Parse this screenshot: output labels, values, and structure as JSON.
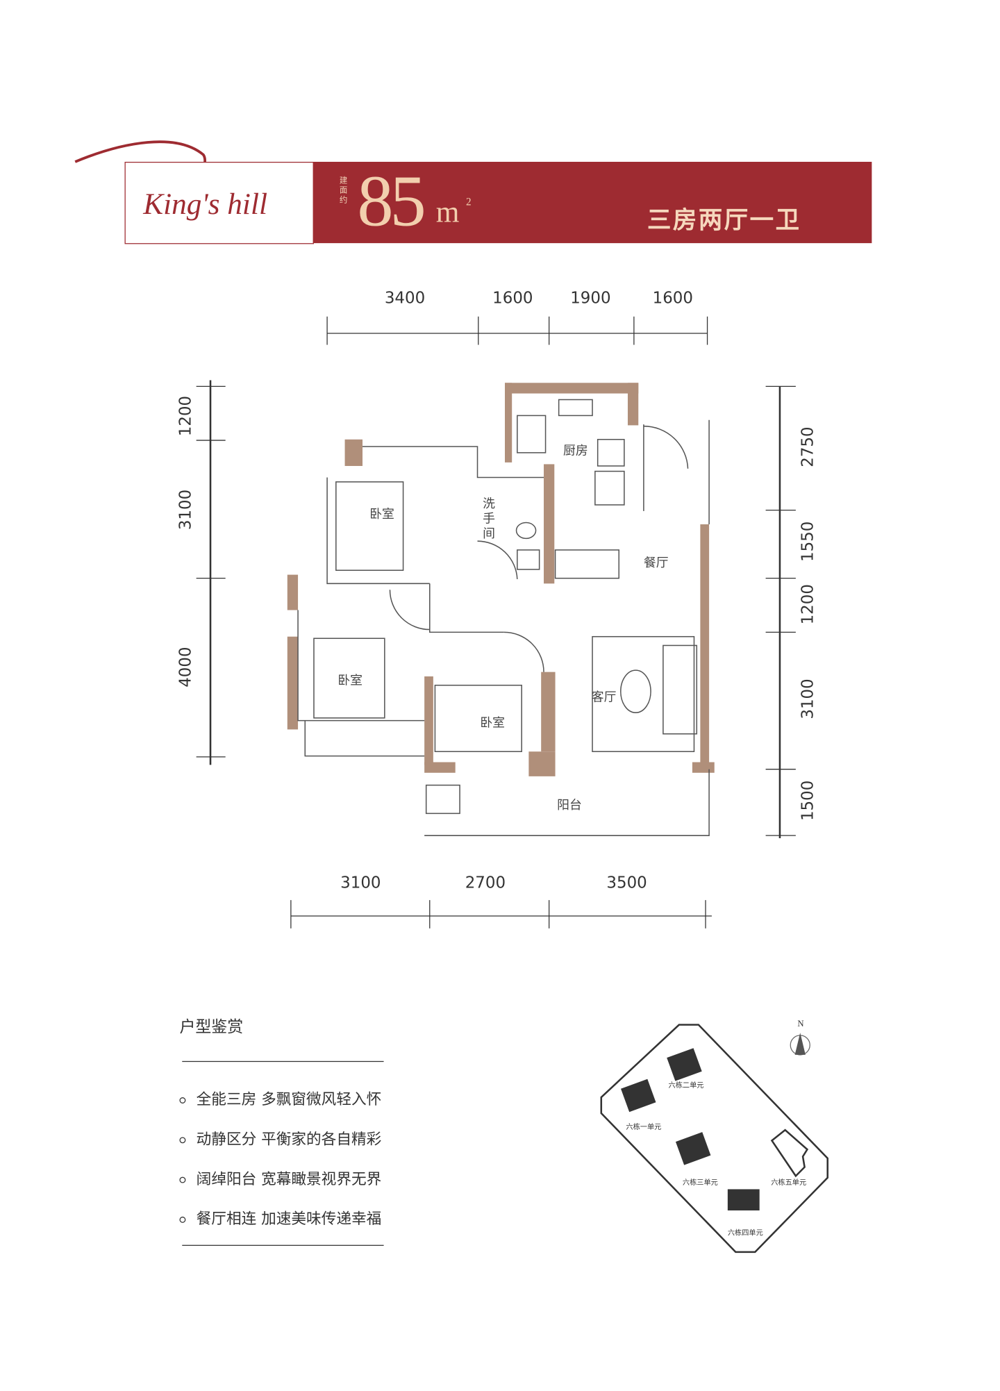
{
  "header": {
    "logo_text": "King's hill",
    "area_label": "建面约",
    "area_value": "85",
    "area_unit": "m",
    "area_unit_sup": "2",
    "layout_type": "三房两厅一卫",
    "brand_color": "#9e2b31",
    "accent_color": "#f2cfae"
  },
  "dimensions": {
    "top": [
      "3400",
      "1600",
      "1900",
      "1600"
    ],
    "bottom": [
      "3100",
      "2700",
      "3500"
    ],
    "left": [
      "1200",
      "3100",
      "4000"
    ],
    "right": [
      "2750",
      "1550",
      "1200",
      "3100",
      "1500"
    ]
  },
  "rooms": {
    "kitchen": "厨房",
    "bathroom": "洗手间",
    "bedroom_1": "卧室",
    "bedroom_2": "卧室",
    "bedroom_3": "卧室",
    "dining": "餐厅",
    "living": "客厅",
    "balcony": "阳台"
  },
  "highlights": {
    "title": "户型鉴赏",
    "items": [
      "全能三房 多飘窗微风轻入怀",
      "动静区分 平衡家的各自精彩",
      "阔绰阳台 宽幕瞰景视界无界",
      "餐厅相连 加速美味传递幸福"
    ]
  },
  "site_plan": {
    "north": "N",
    "buildings": [
      "六栋二单元",
      "六栋一单元",
      "六栋三单元",
      "六栋五单元",
      "六栋四单元"
    ]
  }
}
